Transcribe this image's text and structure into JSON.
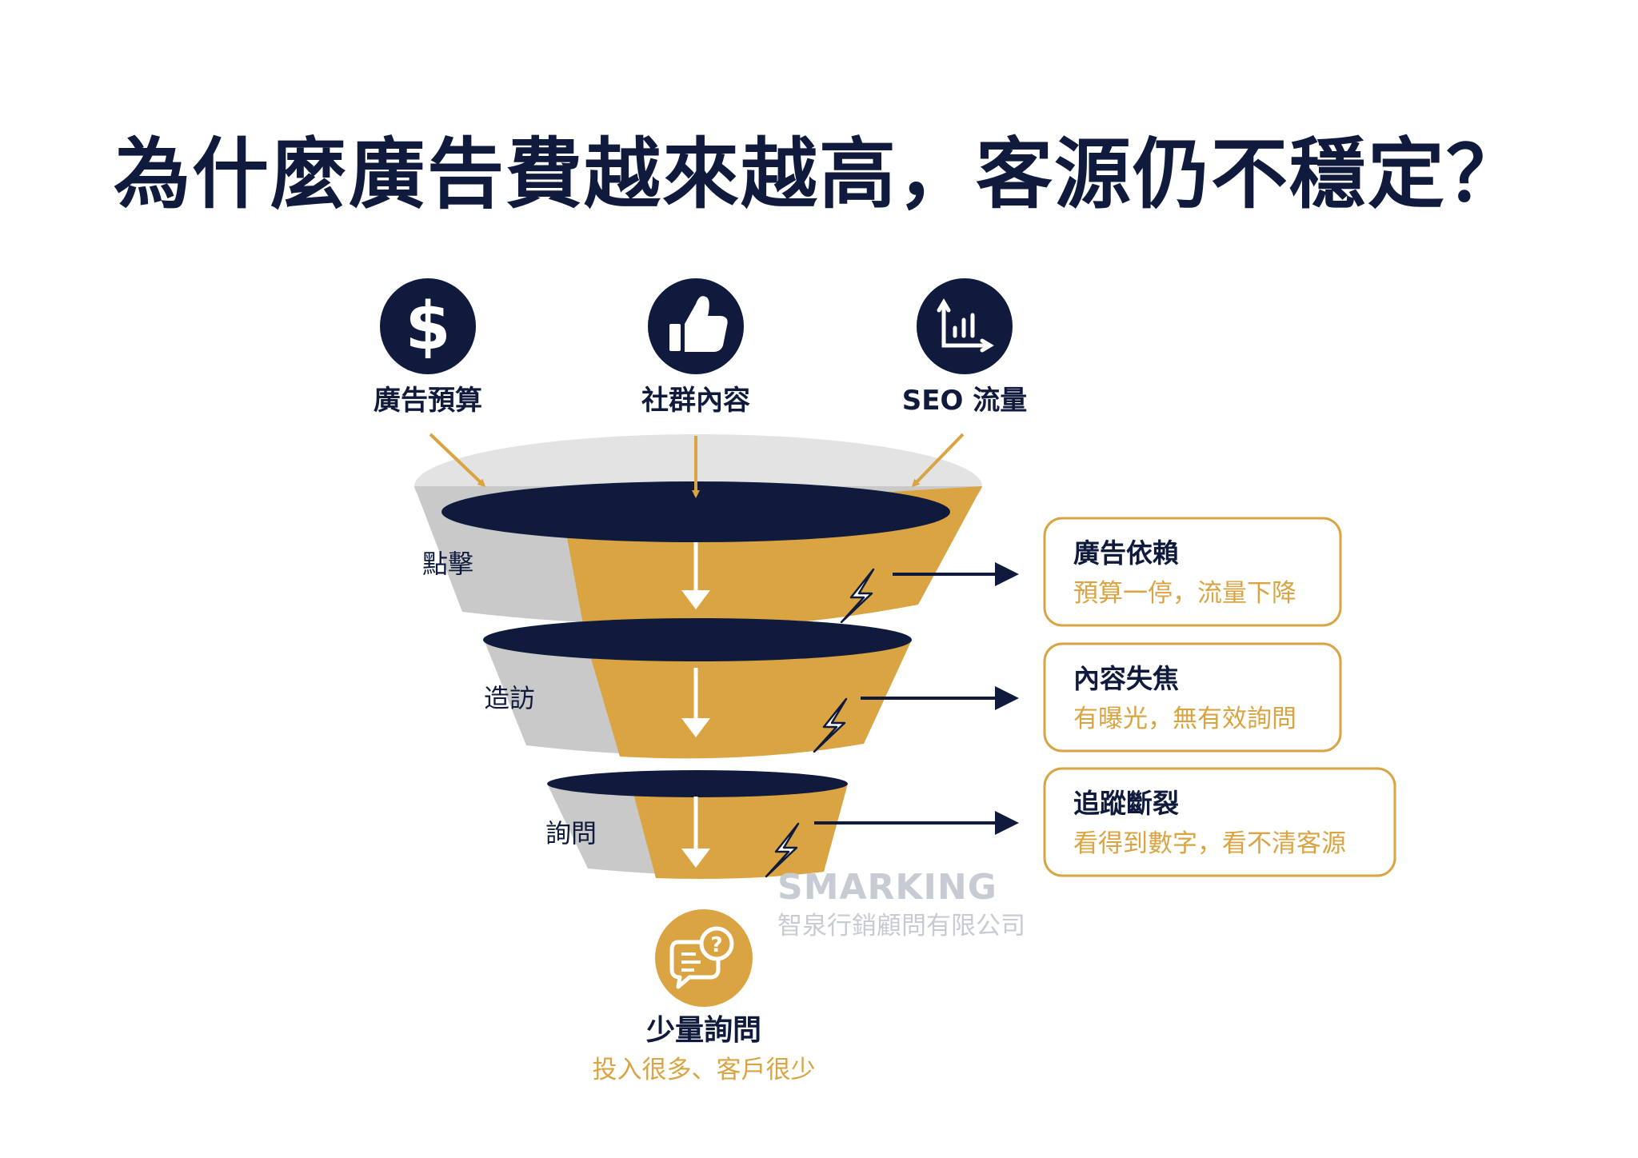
{
  "title": "為什麼廣告費越來越高，客源仍不穩定？",
  "sources": [
    {
      "label": "廣告預算",
      "icon": "dollar-icon"
    },
    {
      "label": "社群內容",
      "icon": "thumbs-up-icon"
    },
    {
      "label": "SEO 流量",
      "icon": "bar-chart-icon"
    }
  ],
  "stages": [
    {
      "label": "點擊"
    },
    {
      "label": "造訪"
    },
    {
      "label": "詢問"
    }
  ],
  "cards": [
    {
      "title": "廣告依賴",
      "desc": "預算一停，流量下降"
    },
    {
      "title": "內容失焦",
      "desc": "有曝光，無有效詢問"
    },
    {
      "title": "追蹤斷裂",
      "desc": "看得到數字，看不清客源"
    }
  ],
  "result": {
    "title": "少量詢問",
    "desc": "投入很多、客戶很少",
    "icon": "question-chat-icon"
  },
  "watermark": {
    "brand": "SMARKING",
    "company": "智泉行銷顧問有限公司"
  },
  "colors": {
    "navy": "#0f1a3c",
    "gold": "#d9a441",
    "light_gray": "#e3e3e3",
    "gray": "#c9c9c9"
  }
}
